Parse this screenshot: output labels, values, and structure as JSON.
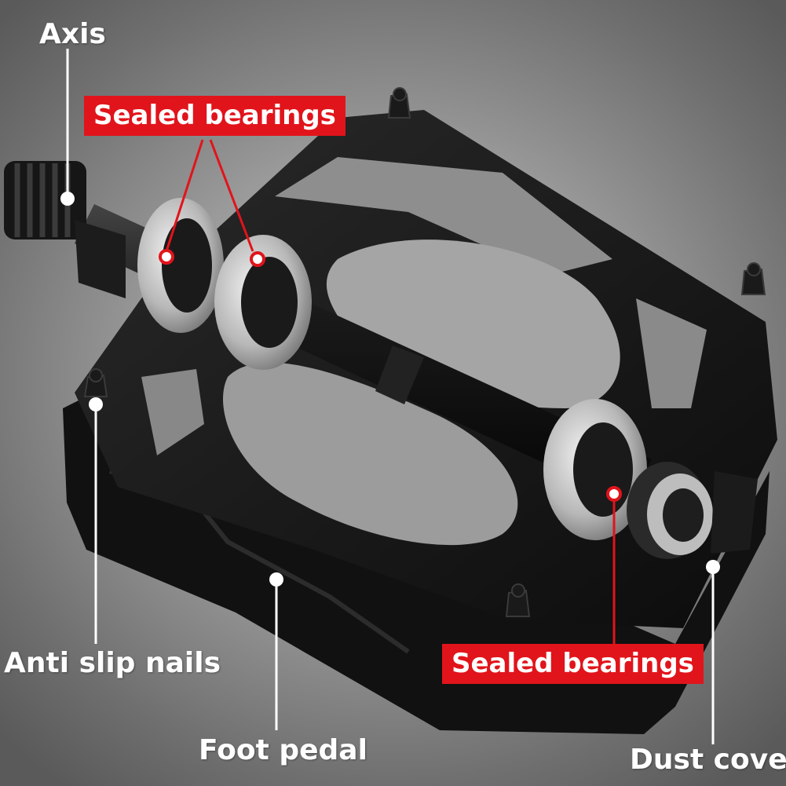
{
  "labels": {
    "axis": "Axis",
    "sealed_bearings_top": "Sealed bearings",
    "sealed_bearings_bottom": "Sealed bearings",
    "anti_slip_nails": "Anti slip nails",
    "foot_pedal": "Foot pedal",
    "dust_cover": "Dust cover"
  },
  "colors": {
    "callout_red": "#e1141b",
    "label_white": "#ffffff",
    "pedal_black": "#141414"
  }
}
